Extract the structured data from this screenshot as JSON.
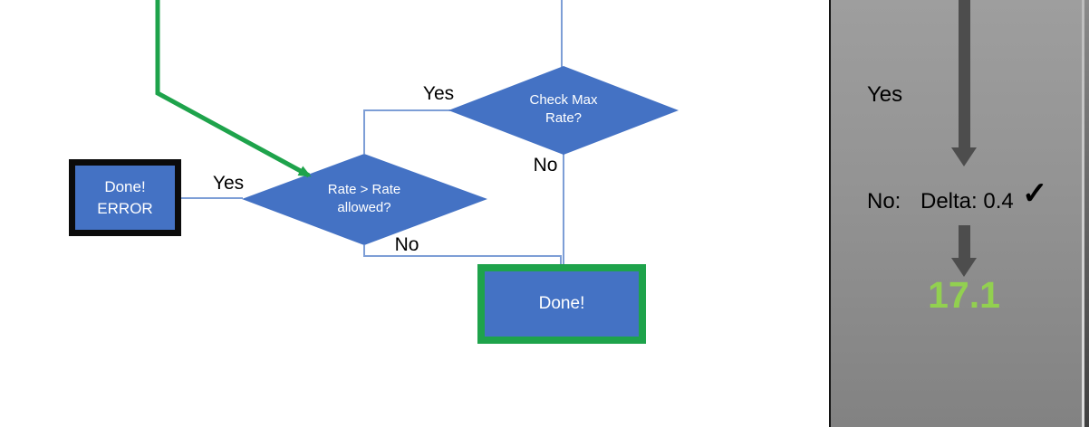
{
  "flowchart": {
    "decision_check_max": {
      "line1": "Check Max",
      "line2": "Rate?"
    },
    "decision_rate_allowed": {
      "line1": "Rate > Rate",
      "line2": "allowed?"
    },
    "done_error_box": {
      "line1": "Done!",
      "line2": "ERROR"
    },
    "done_box": {
      "label": "Done!"
    },
    "labels": {
      "check_max_yes": "Yes",
      "check_max_no": "No",
      "rate_yes": "Yes",
      "rate_no": "No"
    },
    "colors": {
      "shape_fill": "#4472c4",
      "connector": "#7d9ed6",
      "green_accent": "#1ea34b",
      "error_border": "#0b0b0b"
    }
  },
  "side_panel": {
    "yes_label": "Yes",
    "no_label": "No:",
    "delta_value": "Delta: 0.4",
    "check_icon": "✓",
    "result_value": "17.1",
    "colors": {
      "panel_top": "#9e9e9e",
      "panel_bottom": "#828282",
      "arrow": "#4d4d4d",
      "result_green": "#92d050"
    }
  }
}
